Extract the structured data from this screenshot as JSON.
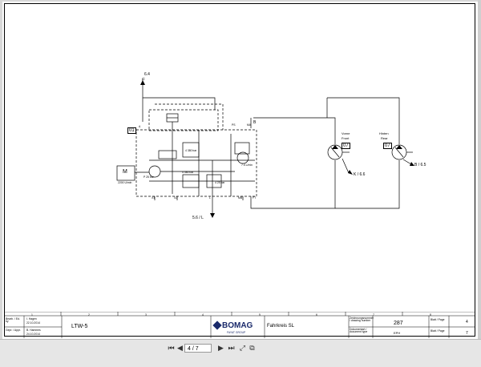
{
  "diagram": {
    "sheet_number_top": "01",
    "ref_top": "6.4",
    "port_top": "F",
    "ref_bottom": "5.6 / L",
    "motor_label": "M",
    "motor_speed": "2200 U/min",
    "front_motor": {
      "label_de": "Vorne",
      "label_en": "Front",
      "tag": "07",
      "ref": "K / 6.6"
    },
    "rear_motor": {
      "label_de": "Hinten",
      "label_en": "Rear",
      "tag": "07",
      "ref": "B / 6.5"
    },
    "ports": [
      "A",
      "B",
      "Y2",
      "X1",
      "X2",
      "L",
      "PS",
      "MA",
      "MB",
      "FT",
      "MB"
    ],
    "pressures": [
      "4 380 bar",
      "7.5 L/min",
      "4 380 bar",
      "4 25 bar",
      "P 25 bar"
    ]
  },
  "title_block": {
    "col_numbers": [
      "1",
      "2",
      "3",
      "4",
      "5",
      "6",
      "7",
      "8"
    ],
    "rows": [
      {
        "label": "Bearb. / Ed. by",
        "name": "I. Hagen",
        "date": "22.10.2014"
      },
      {
        "label": "Gepr. / Appr.",
        "name": "B. Hammes",
        "date": "24.10.2014"
      }
    ],
    "machine": "LTW-5",
    "logo": "BOMAG",
    "logo_sub": "FAYAT GROUP",
    "title": "Fahrkreis SL",
    "drawing_number_label": "Zeichnungsnummer / drawing number",
    "drawing_number": "287",
    "document_label": "Dokumentart / document type",
    "document_type": "EPH",
    "blatt_label": "Blatt / Page",
    "page": "4",
    "pages_label": "Blatt / Page",
    "total_pages": "7"
  },
  "viewer": {
    "page_indicator": "4 / 7"
  }
}
